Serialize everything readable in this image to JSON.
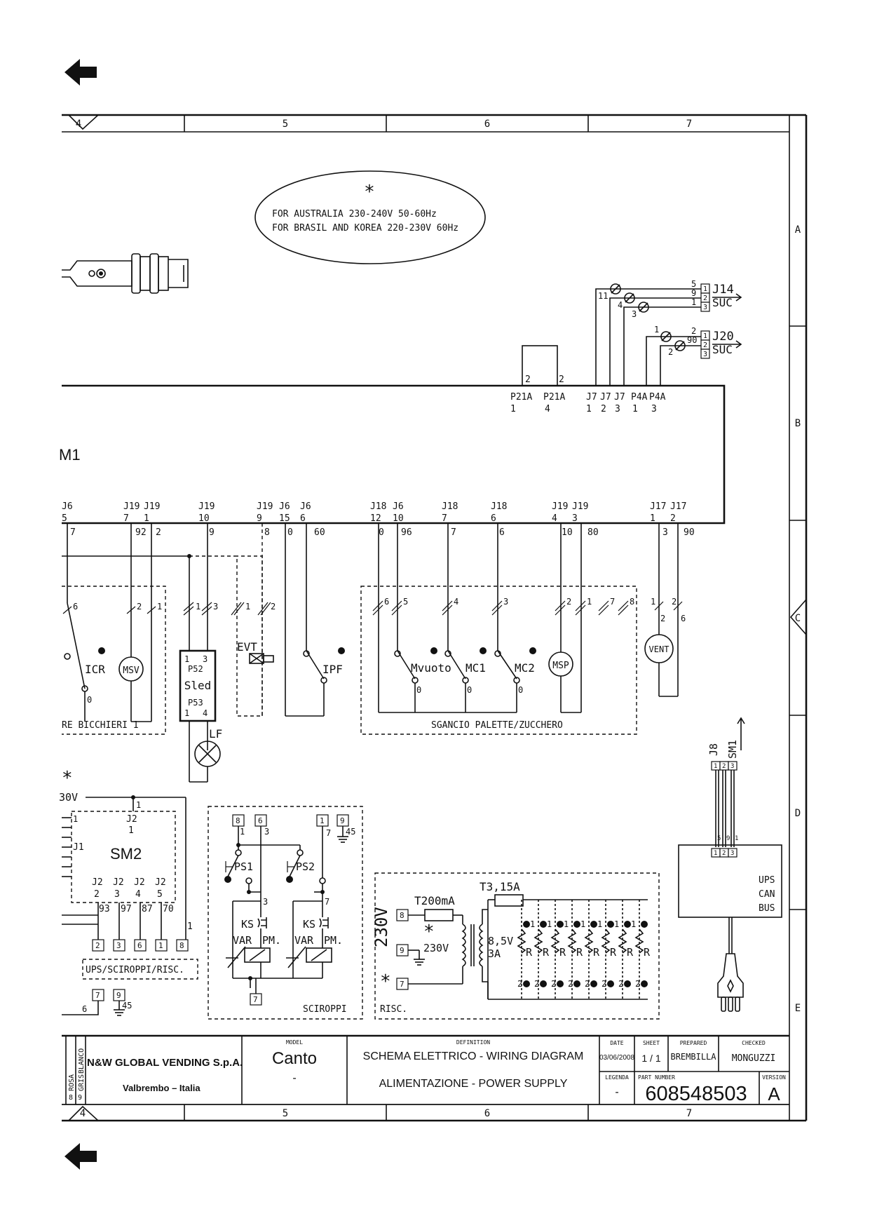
{
  "nav": {
    "back_icon": "back-arrow-icon"
  },
  "columns": [
    "4",
    "5",
    "6",
    "7"
  ],
  "rows": [
    "A",
    "B",
    "C",
    "D",
    "E"
  ],
  "note": {
    "star": "*",
    "line1": "FOR AUSTRALIA 230-240V 50-60Hz",
    "line2": "FOR BRASIL AND KOREA 220-230V 60Hz"
  },
  "board": {
    "label": "M1",
    "top_pins": [
      [
        "P21A",
        "1"
      ],
      [
        "P21A",
        "4"
      ],
      [
        "J7",
        "1"
      ],
      [
        "J7",
        "2"
      ],
      [
        "J7",
        "3"
      ],
      [
        "P4A",
        "1"
      ],
      [
        "P4A",
        "3"
      ]
    ],
    "top_wires": [
      "2",
      "2",
      "11",
      "4",
      "3",
      "1",
      "2"
    ],
    "bottom_pins": [
      [
        "J6",
        "5"
      ],
      [
        "J19",
        "7"
      ],
      [
        "J19",
        "1"
      ],
      [
        "J19",
        "10"
      ],
      [
        "J19",
        "9"
      ],
      [
        "J6",
        "15"
      ],
      [
        "J6",
        "6"
      ],
      [
        "J18",
        "12"
      ],
      [
        "J6",
        "10"
      ],
      [
        "J18",
        "7"
      ],
      [
        "J18",
        "6"
      ],
      [
        "J19",
        "4"
      ],
      [
        "J19",
        "3"
      ],
      [
        "J17",
        "1"
      ],
      [
        "J17",
        "2"
      ]
    ],
    "bottom_wires": [
      "7",
      "92",
      "2",
      "9",
      "8",
      "0",
      "60",
      "0",
      "96",
      "7",
      "6",
      "10",
      "80",
      "3",
      "90"
    ]
  },
  "connectors": {
    "j14": {
      "name": "J14",
      "sub": "SUC",
      "pins": [
        "1",
        "2",
        "3"
      ],
      "wires": [
        "5",
        "9",
        "1"
      ]
    },
    "j20": {
      "name": "J20",
      "sub": "SUC",
      "pins": [
        "1",
        "2",
        "3"
      ],
      "wires": [
        "2",
        "90"
      ]
    }
  },
  "components": {
    "icr": "ICR",
    "msv": "MSV",
    "sled": "Sled",
    "p52": "P52",
    "p53": "P53",
    "lf": "LF",
    "evt": "EVT",
    "ipf": "IPF",
    "mvuoto": "Mvuoto",
    "mc1": "MC1",
    "mc2": "MC2",
    "msp": "MSP",
    "vent": "VENT"
  },
  "groups": {
    "bicchieri": "RE BICCHIERI 1",
    "sgancio": "SGANCIO PALETTE/ZUCCHERO",
    "ups": "UPS/SCIROPPI/RISC.",
    "sciroppi": "SCIROPPI",
    "risc": "RISC."
  },
  "sm2": {
    "name": "SM2",
    "j1": "J1",
    "j2": "J2",
    "v": "30V",
    "pins_bottom": [
      "2",
      "3",
      "4",
      "5"
    ],
    "wires": [
      "93",
      "97",
      "87",
      "70"
    ]
  },
  "syrup": {
    "ps1": "PS1",
    "ps2": "PS2",
    "ks": "KS",
    "var": "VAR",
    "pm": "PM."
  },
  "heater": {
    "fuse1": "T200mA",
    "fuse2": "T3,15A",
    "v230": "230V",
    "vin": "230V",
    "vout": "8,5V",
    "iout": "3A",
    "r": "R"
  },
  "ups": {
    "j8": "J8",
    "sm1": "SM1",
    "line1": "UPS",
    "line2": "CAN",
    "line3": "BUS"
  },
  "title_block": {
    "company": "N&W GLOBAL VENDING S.p.A.",
    "city": "Valbrembo – Italia",
    "side_labels": [
      "ROSA",
      "GRIS",
      "BLANCO"
    ],
    "side_nums": [
      "8",
      "9"
    ],
    "model_label": "MODEL",
    "model": "Canto",
    "model_sub": "-",
    "definition_label": "DEFINITION",
    "definition": "SCHEMA ELETTRICO - WIRING DIAGRAM",
    "subtitle": "ALIMENTAZIONE - POWER SUPPLY",
    "date_label": "DATE",
    "date": "03/06/2008",
    "sheet_label": "SHEET",
    "sheet": "1 / 1",
    "prepared_label": "PREPARED",
    "prepared": "BREMBILLA",
    "checked_label": "CHECKED",
    "checked": "MONGUZZI",
    "legend_label": "LEGENDA",
    "legend": "-",
    "part_label": "PART NUMBER",
    "part": "608548503",
    "version_label": "VERSION",
    "version": "A"
  }
}
